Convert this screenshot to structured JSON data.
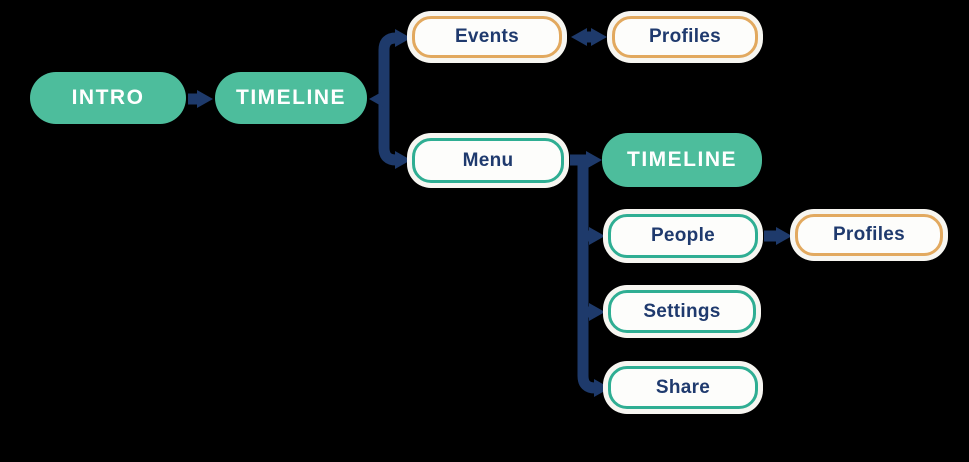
{
  "diagram": {
    "nodes": [
      {
        "id": "intro",
        "label": "INTRO",
        "style": "filled"
      },
      {
        "id": "timeline-1",
        "label": "TIMELINE",
        "style": "filled"
      },
      {
        "id": "events",
        "label": "Events",
        "style": "outline-orange"
      },
      {
        "id": "profiles-1",
        "label": "Profiles",
        "style": "outline-orange"
      },
      {
        "id": "menu",
        "label": "Menu",
        "style": "outline-teal"
      },
      {
        "id": "timeline-2",
        "label": "TIMELINE",
        "style": "filled"
      },
      {
        "id": "people",
        "label": "People",
        "style": "outline-teal"
      },
      {
        "id": "profiles-2",
        "label": "Profiles",
        "style": "outline-orange"
      },
      {
        "id": "settings",
        "label": "Settings",
        "style": "outline-teal"
      },
      {
        "id": "share",
        "label": "Share",
        "style": "outline-teal"
      }
    ],
    "edges": [
      {
        "from": "intro",
        "to": "timeline-1",
        "arrows": "forward"
      },
      {
        "from": "timeline-1",
        "to": "events",
        "arrows": "forward",
        "note": "branch trunk also points back into timeline-1"
      },
      {
        "from": "timeline-1",
        "to": "menu",
        "arrows": "forward"
      },
      {
        "from": "events",
        "to": "profiles-1",
        "arrows": "both"
      },
      {
        "from": "menu",
        "to": "timeline-2",
        "arrows": "forward"
      },
      {
        "from": "menu",
        "to": "people",
        "arrows": "forward"
      },
      {
        "from": "menu",
        "to": "settings",
        "arrows": "forward"
      },
      {
        "from": "menu",
        "to": "share",
        "arrows": "forward"
      },
      {
        "from": "people",
        "to": "profiles-2",
        "arrows": "forward"
      }
    ],
    "colors": {
      "background": "#000000",
      "node_fill_green": "#4dbd9c",
      "node_fill_white": "#fdfdfb",
      "node_halo": "#f7f6f1",
      "border_orange": "#e2a95f",
      "border_teal": "#2fae93",
      "connector_navy": "#1e3a6b",
      "text_navy": "#1f3a6e",
      "text_white": "#ffffff"
    }
  }
}
